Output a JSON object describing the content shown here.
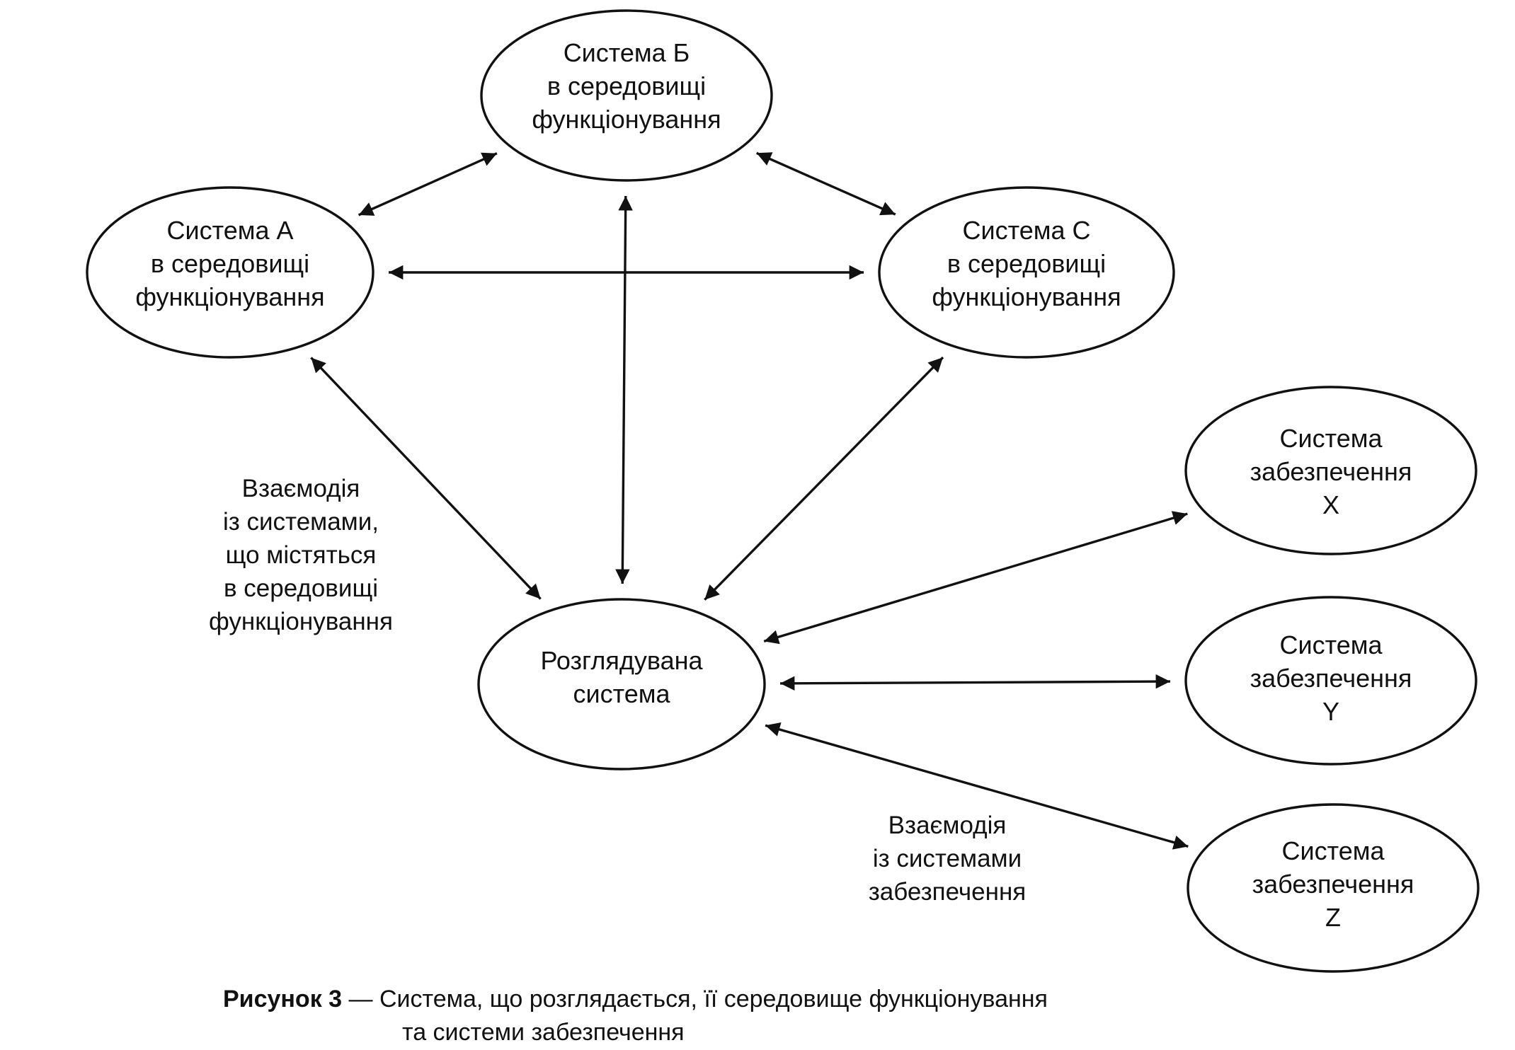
{
  "nodes": [
    {
      "id": "b",
      "lines": [
        "Система Б",
        "в середовищі",
        "функціонування"
      ]
    },
    {
      "id": "a",
      "lines": [
        "Система А",
        "в середовищі",
        "функціонування"
      ]
    },
    {
      "id": "c",
      "lines": [
        "Система С",
        "в середовищі",
        "функціонування"
      ]
    },
    {
      "id": "main",
      "lines": [
        "Розглядувана",
        "система"
      ]
    },
    {
      "id": "x",
      "lines": [
        "Система",
        "забезпечення",
        "X"
      ]
    },
    {
      "id": "y",
      "lines": [
        "Система",
        "забезпечення",
        "Y"
      ]
    },
    {
      "id": "z",
      "lines": [
        "Система",
        "забезпечення",
        "Z"
      ]
    }
  ],
  "edges": [
    {
      "from": "a",
      "to": "b"
    },
    {
      "from": "b",
      "to": "c"
    },
    {
      "from": "a",
      "to": "c"
    },
    {
      "from": "b",
      "to": "main"
    },
    {
      "from": "a",
      "to": "main"
    },
    {
      "from": "c",
      "to": "main"
    },
    {
      "from": "main",
      "to": "x"
    },
    {
      "from": "main",
      "to": "y"
    },
    {
      "from": "main",
      "to": "z"
    }
  ],
  "annotations": {
    "environment_interaction": [
      "Взаємодія",
      "із системами,",
      "що містяться",
      "в середовищі",
      "функціонування"
    ],
    "support_interaction": [
      "Взаємодія",
      "із системами",
      "забезпечення"
    ]
  },
  "caption": {
    "label": "Рисунок 3",
    "separator": " — ",
    "line1": "Система, що розглядається, її середовище функціонування",
    "line2": "та системи забезпечення"
  }
}
